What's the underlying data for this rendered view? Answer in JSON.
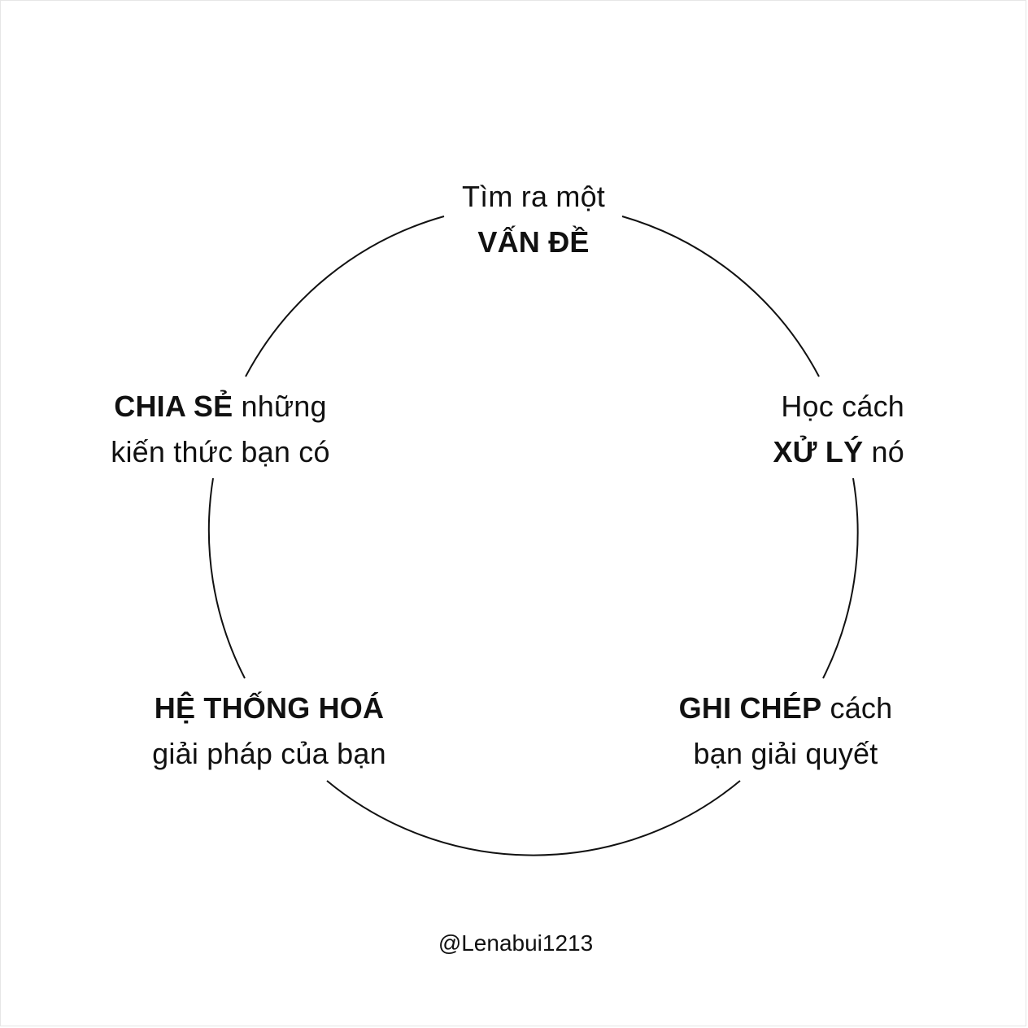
{
  "diagram": {
    "stroke_color": "#111111",
    "text_color": "#111111",
    "nodes": [
      {
        "id": "problem",
        "line1_regular": "Tìm ra một",
        "line2_bold": "VẤN ĐỀ"
      },
      {
        "id": "solve",
        "line1_regular": "Học cách",
        "line2_bold": "XỬ LÝ",
        "line2_regular": "nó"
      },
      {
        "id": "record",
        "line1_bold": "GHI CHÉP",
        "line1_regular": "cách",
        "line2_regular": "bạn giải quyết"
      },
      {
        "id": "systemize",
        "line1_bold": "HỆ THỐNG HOÁ",
        "line2_regular": "giải pháp của bạn"
      },
      {
        "id": "share",
        "line1_bold": "CHIA SẺ",
        "line1_regular": "những",
        "line2_regular": "kiến thức bạn có"
      }
    ]
  },
  "credit": "@Lenabui1213"
}
